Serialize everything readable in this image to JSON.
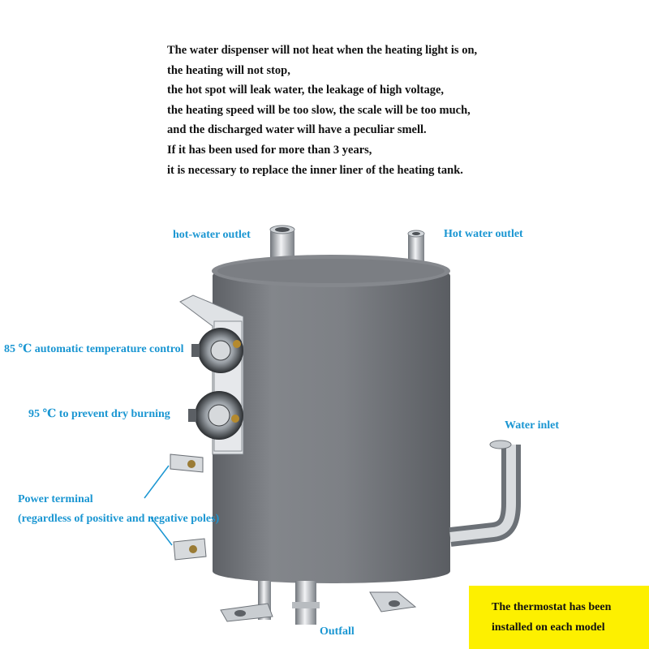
{
  "intro_lines": [
    "The water dispenser will not heat when the heating light is on,",
    "the heating will not stop,",
    "the hot spot will leak water, the leakage of high voltage,",
    "the heating speed will be too slow, the scale will be too much,",
    "and the discharged water will have a peculiar smell.",
    "If it has been used for more than 3 years,",
    "it is necessary to replace the inner liner of the heating tank."
  ],
  "labels": {
    "hot_water_outlet_left": "hot-water outlet",
    "hot_water_outlet_right": "Hot water outlet",
    "temp_control": "85 ℃ automatic temperature control",
    "dry_burning": "95 ℃ to prevent dry burning",
    "water_inlet": "Water inlet",
    "power_terminal": "Power terminal",
    "power_terminal_note": "(regardless of positive and negative poles)",
    "outfall": "Outfall"
  },
  "note": {
    "line1": "The thermostat has been",
    "line2": "installed on each model"
  },
  "colors": {
    "label": "#1a96d2",
    "note_bg": "#fdf000",
    "tank": "#7a7d82"
  }
}
